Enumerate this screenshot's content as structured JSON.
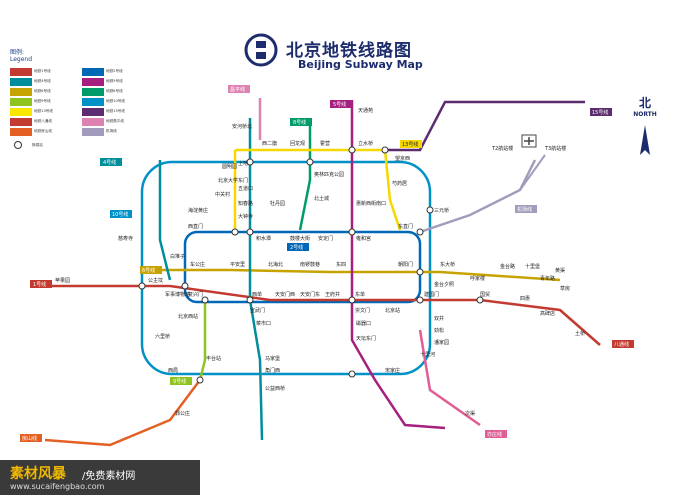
{
  "title": {
    "zh": "北京地铁线路图",
    "en": "Beijing Subway Map"
  },
  "legend": {
    "heading": "图例:",
    "heading_en": "Legend",
    "items": [
      {
        "label": "地铁1号线",
        "color": "#c23a30"
      },
      {
        "label": "地铁2号线",
        "color": "#0068b7"
      },
      {
        "label": "地铁4号线",
        "color": "#008e9c"
      },
      {
        "label": "地铁5号线",
        "color": "#a6217f"
      },
      {
        "label": "地铁6号线",
        "color": "#c6a300"
      },
      {
        "label": "地铁8号线",
        "color": "#009b6b"
      },
      {
        "label": "地铁9号线",
        "color": "#8fc31f"
      },
      {
        "label": "地铁10号线",
        "color": "#0092c7"
      },
      {
        "label": "地铁13号线",
        "color": "#f9e700"
      },
      {
        "label": "地铁15号线",
        "color": "#5b2c6f"
      },
      {
        "label": "地铁八通线",
        "color": "#c23a30"
      },
      {
        "label": "地铁昌平线",
        "color": "#de82b2"
      },
      {
        "label": "地铁房山线",
        "color": "#e46022"
      },
      {
        "label": "机场线",
        "color": "#a29bbb"
      }
    ],
    "transfer_label": "换乘站"
  },
  "north": {
    "zh": "北",
    "en": "NORTH"
  },
  "line_badges": {
    "l1": "1号线",
    "l2": "2号线",
    "l4": "4号线",
    "l5": "5号线",
    "l8": "8号线",
    "l9": "9号线",
    "l10": "10号线",
    "l13": "13号线",
    "l15": "15号线",
    "cp": "昌平线",
    "bt": "八通线",
    "fs": "房山线",
    "yz": "亦庄线",
    "ap": "机场线",
    "l6": "6号线"
  },
  "stations": {
    "xizhimen": "西直门",
    "dongzhimen": "东直门",
    "jianguomen": "建国门",
    "fuxingmen": "复兴门",
    "xuanwumen": "宣武门",
    "chongwenmen": "崇文门",
    "tiananmen_w": "天安门西",
    "tiananmen_e": "天安门东",
    "wangfujing": "王府井",
    "dongdan": "东单",
    "xidan": "西单",
    "guomao": "国贸",
    "sihui": "四惠",
    "pingguoyuan": "苹果园",
    "gongzhufen": "公主坟",
    "junshibowuguan": "军事博物馆",
    "beijingzhan": "北京站",
    "beijingxizhan": "北京西站",
    "yonghegong": "雍和宫",
    "andingmen": "安定门",
    "gulou": "鼓楼大街",
    "jishuitan": "积水潭",
    "haidianhuangzhuang": "海淀黄庄",
    "zhongguancun": "中关村",
    "beijingdaxue": "北京大学东门",
    "yuanmingyuan": "圆明园",
    "anheqiaobei": "安河桥北",
    "tiantongyuan": "天通苑",
    "lishuiqiao": "立水桥",
    "huoying": "霍营",
    "huilongguan": "回龙观",
    "xierqi": "西二旗",
    "shangdi": "上地",
    "wudaokou": "五道口",
    "zhichunlu": "知春路",
    "dazhongsi": "大钟寺",
    "shaoyaoju": "芍药居",
    "wangjing": "望京西",
    "sanyuanqiao": "三元桥",
    "t3": "T3航站楼",
    "t2": "T2航站楼",
    "songjiazhuang": "宋家庄",
    "liuliqiao": "六里桥",
    "caishikou": "菜市口",
    "ciqikou": "磁器口",
    "tiantandongmen": "天坛东门",
    "majiabao": "马家堡",
    "jiaomen": "角门西",
    "gongyixiqiao": "公益西桥",
    "guogongzhuang": "郭公庄",
    "tongzhou": "土桥",
    "yizhuang": "次渠",
    "olympic": "奥林匹克公园",
    "beitucheng": "北土城",
    "huixinxijie": "惠新西街南口",
    "mudanyuan": "牡丹园",
    "jintaixizhao": "金台夕照",
    "shuangjing": "双井",
    "jinsong": "劲松",
    "panjiayuan": "潘家园",
    "shilihe": "十里河",
    "fengtai": "丰台站",
    "xiju": "西局",
    "baiduizi": "白堆子",
    "cishousi": "慈寿寺",
    "chegongzhuang": "车公庄",
    "pinganli": "平安里",
    "beihai": "北海北",
    "nanluoguxiang": "南锣鼓巷",
    "dongsi": "东四",
    "chaoyangmen": "朝阳门",
    "dongdaqiao": "东大桥",
    "hujialou": "呼家楼",
    "jintaiLu": "金台路",
    "shifoying": "十里堡",
    "qingnianlu": "青年路",
    "caofang": "草房",
    "gaobeidian": "高碑店",
    "huangqu": "黄渠"
  },
  "watermark": {
    "brand": "素材风暴",
    "sub": "/免费素材网",
    "url": "www.sucaifengbao.com"
  }
}
